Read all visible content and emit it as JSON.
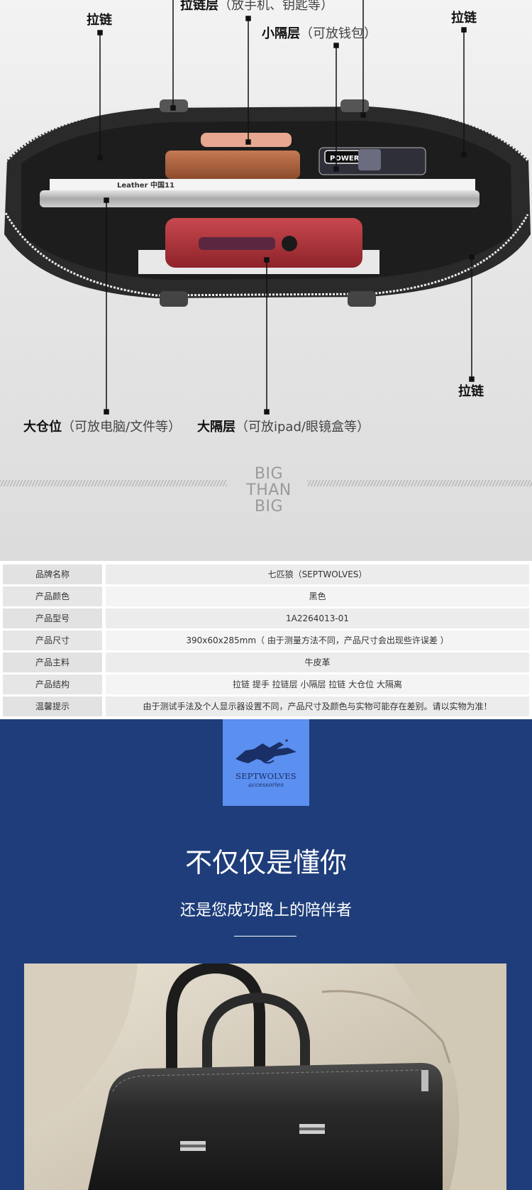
{
  "diagram": {
    "callouts": {
      "zipper_top_left": {
        "label": "拉链",
        "note": ""
      },
      "zipper_layer": {
        "label": "拉链层",
        "note": "（放手机、钥匙等）"
      },
      "small_compartment": {
        "label": "小隔层",
        "note": "（可放钱包）"
      },
      "zipper_top_right": {
        "label": "拉链",
        "note": ""
      },
      "zipper_bottom_right": {
        "label": "拉链",
        "note": ""
      },
      "main_compartment": {
        "label": "大仓位",
        "note": "（可放电脑/文件等）"
      },
      "large_compartment": {
        "label": "大隔层",
        "note": "（可放ipad/眼镜盒等）"
      }
    },
    "book_text": "Leather 中国11",
    "powerbank_text": "POWER",
    "mark": {
      "line1": "BIG",
      "line2": "THAN",
      "line3": "BIG"
    }
  },
  "specs": {
    "rows": [
      {
        "key": "品牌名称",
        "value": "七匹狼（SEPTWOLVES）"
      },
      {
        "key": "产品颜色",
        "value": "黑色"
      },
      {
        "key": "产品型号",
        "value": "1A2264013-01"
      },
      {
        "key": "产品尺寸",
        "value": "390x60x285mm（ 由于测量方法不同，产品尺寸会出现些许误差 ）"
      },
      {
        "key": "产品主料",
        "value": "牛皮革"
      },
      {
        "key": "产品结构",
        "value": "拉链  提手  拉链层  小隔层    拉链  大仓位  大隔离"
      },
      {
        "key": "温馨提示",
        "value": "由于测试手法及个人显示器设置不同，产品尺寸及颜色与实物可能存在差别。请以实物为准！"
      }
    ]
  },
  "brand": {
    "logo_name": "SEPTWOLVES",
    "logo_sub": "accessories",
    "headline": "不仅仅是懂你",
    "subline": "还是您成功路上的陪伴者"
  },
  "colors": {
    "brand_blue": "#1e3d7a",
    "logo_blue": "#5b8ff0",
    "bag_red": "#b0343c",
    "leather_black": "#2a2a2a"
  }
}
